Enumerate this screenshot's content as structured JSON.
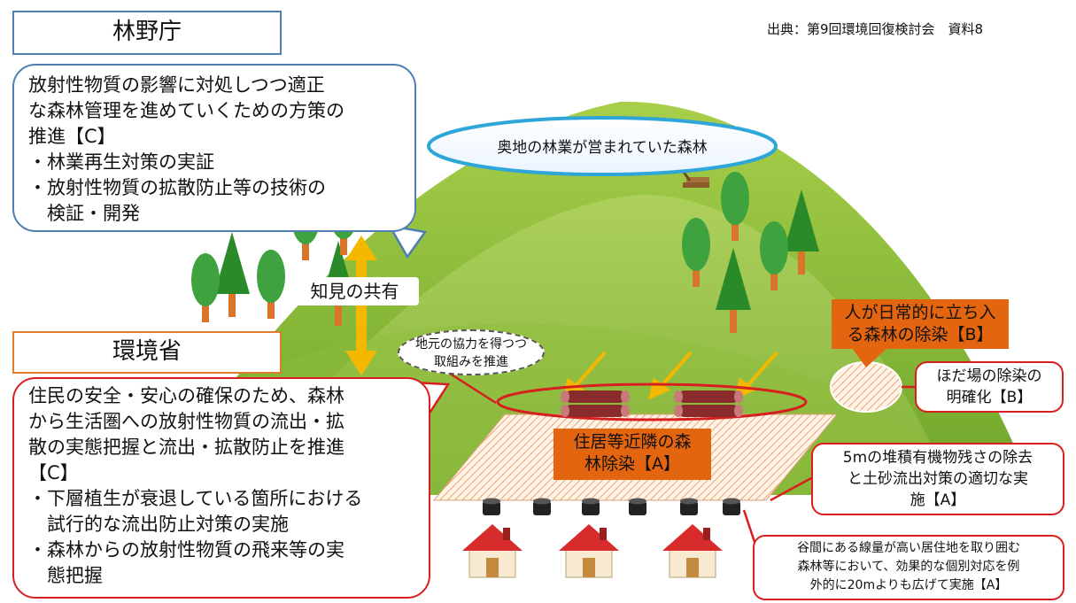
{
  "source": "出典：第9回環境回復検討会　資料8",
  "forestry_agency": {
    "title": "林野庁",
    "lines": [
      "放射性物質の影響に対処しつつ適正",
      "な森林管理を進めていくための方策の",
      "推進【C】",
      "・林業再生対策の実証",
      "・放射性物質の拡散防止等の技術の",
      "　検証・開発"
    ]
  },
  "environment_ministry": {
    "title": "環境省",
    "lines": [
      "住民の安全・安心の確保のため、森林",
      "から生活圏への放射性物質の流出・拡",
      "散の実態把握と流出・拡散防止を推進",
      "【C】",
      "・下層植生が衰退している箇所における",
      "　試行的な流出防止対策の実施",
      "・森林からの放射性物質の飛来等の実",
      "　態把握"
    ]
  },
  "knowledge_sharing": "知見の共有",
  "remote_forest": "奥地の林業が営まれていた森林",
  "local_cooperation": {
    "line1": "地元の協力を得つつ",
    "line2": "取組みを推進"
  },
  "daily_forest": {
    "line1": "人が日常的に立ち入",
    "line2": "る森林の除染【B】"
  },
  "hodaba": {
    "line1": "ほだ場の除染の",
    "line2": "明確化【B】"
  },
  "near_residence": {
    "line1": "住居等近隣の森",
    "line2": "林除染【A】"
  },
  "organic_removal": {
    "line1": "5mの堆積有機物残さの除去",
    "line2": "と土砂流出対策の適切な実",
    "line3": "施【A】"
  },
  "valley_measure": {
    "line1": "谷間にある線量が高い居住地を取り囲む",
    "line2": "森林等において、効果的な個別対応を例",
    "line3": "外的に20mよりも広げて実施【A】"
  },
  "colors": {
    "forestry_border": "#4f7fb3",
    "environment_border": "#e07b28",
    "red": "#d81f1f",
    "orange": "#e4650f",
    "hill": "#7fb832",
    "arrow": "#f5b800"
  }
}
